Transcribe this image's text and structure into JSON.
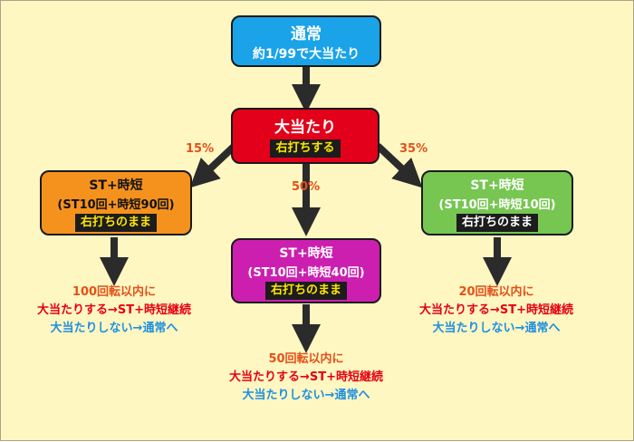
{
  "normal": {
    "title": "通常",
    "subtitle": "約1/99で大当たり",
    "fill": "#1aa3e8"
  },
  "jackpot": {
    "title": "大当たり",
    "tag": "右打ちする",
    "fill": "#e2001a"
  },
  "branches": {
    "left": {
      "percent": "15%",
      "line1": "ST+時短",
      "line2": "(ST10回+時短90回)",
      "tag": "右打ちのまま",
      "fill": "#f5921e",
      "result_line1": "100回転以内に",
      "result_line2": "大当たりする→ST+時短継続",
      "result_line3": "大当たりしない→通常へ"
    },
    "center": {
      "percent": "50%",
      "line1": "ST+時短",
      "line2": "(ST10回+時短40回)",
      "tag": "右打ちのまま",
      "fill": "#cc1fb0",
      "result_line1": "50回転以内に",
      "result_line2": "大当たりする→ST+時短継続",
      "result_line3": "大当たりしない→通常へ"
    },
    "right": {
      "percent": "35%",
      "line1": "ST+時短",
      "line2": "(ST10回+時短10回)",
      "tag": "右打ちのまま",
      "fill": "#76c651",
      "result_line1": "20回転以内に",
      "result_line2": "大当たりする→ST+時短継続",
      "result_line3": "大当たりしない→通常へ"
    }
  },
  "colors": {
    "background": "#fff7c2",
    "arrow": "#2b2b2b",
    "percent_text": "#e5501a",
    "hit_text": "#e60012",
    "miss_text": "#1f8fe0"
  }
}
